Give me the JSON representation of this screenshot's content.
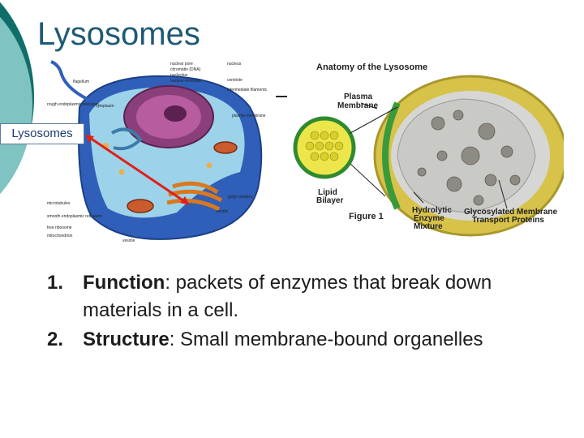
{
  "slide": {
    "title": "Lysosomes",
    "callout_label": "Lysosomes",
    "items": [
      {
        "number": "1.",
        "term": "Function",
        "text": ":  packets of enzymes that break down materials in a cell."
      },
      {
        "number": "2.",
        "term": "Structure",
        "text": ": Small membrane-bound organelles"
      }
    ]
  },
  "cell_figure": {
    "labels": {
      "nuclear_pore": "nuclear pore",
      "chromatin": "chromatin (DNA)",
      "nucleolus": "nucleolus",
      "nuclear_envelope": "nuclear envelope",
      "nucleus": "nucleus",
      "flagellum": "flagellum",
      "centriole": "centriole",
      "intermediate_filaments": "intermediate filaments",
      "rough_er": "rough endoplasmic reticulum",
      "cytoplasm": "cytoplasm",
      "plasma_membrane": "plasma membrane",
      "golgi": "golgi complex",
      "microtubules": "microtubules",
      "smooth_er": "smooth endoplasmic reticulum",
      "ribosome": "free ribosome",
      "mitochondrion": "mitochondrion",
      "vesicle_1": "vesicle",
      "vesicle_2": "vesicle"
    }
  },
  "lysosome_figure": {
    "title": "Anatomy of the Lysosome",
    "plasma_membrane_line1": "Plasma",
    "plasma_membrane_line2": "Membrane",
    "lipid_line1": "Lipid",
    "lipid_line2": "Bilayer",
    "figure_label": "Figure 1",
    "enzyme_line1": "Hydrolytic",
    "enzyme_line2": "Enzyme",
    "enzyme_line3": "Mixture",
    "glyco_line1": "Glycosylated Membrane",
    "glyco_line2": "Transport Proteins"
  },
  "colors": {
    "title": "#1f5a75",
    "deco_dark": "#0f6e6a",
    "deco_light": "#7fc3c2",
    "arrow": "#e0201a"
  }
}
